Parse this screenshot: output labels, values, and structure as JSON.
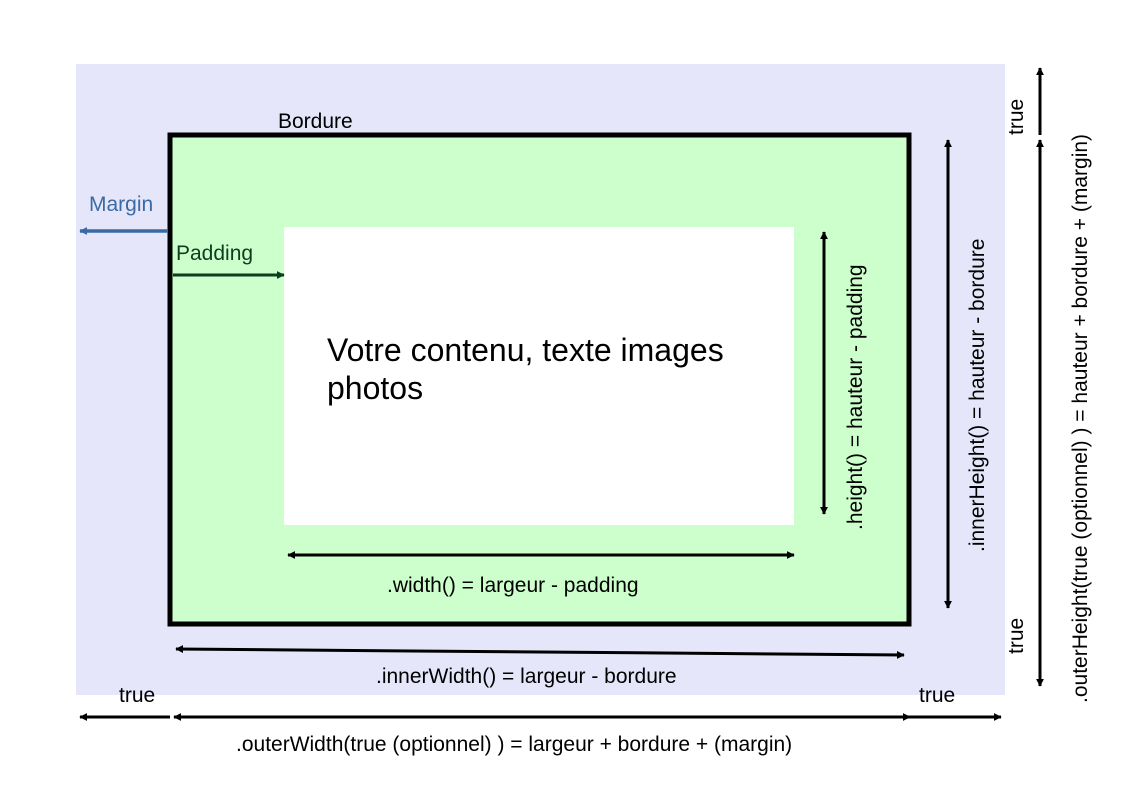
{
  "labels": {
    "border": "Bordure",
    "margin": "Margin",
    "padding": "Padding",
    "content_line1": "Votre contenu, texte images",
    "content_line2": "photos",
    "height": ".height() = hauteur - padding",
    "width": ".width() = largeur - padding",
    "inner_height": ".innerHeight() = hauteur - bordure",
    "inner_width": ".innerWidth() = largeur - bordure",
    "outer_height": ".outerHeight(true (optionnel) ) = hauteur + bordure + (margin)",
    "outer_width": ".outerWidth(true (optionnel) ) = largeur + bordure + (margin)",
    "true_top_right": "true",
    "true_bottom_right": "true",
    "true_bottom_left": "true",
    "true_bottom_right2": "true"
  },
  "colors": {
    "margin_area": "#e6e6fa",
    "padding_area": "#ccffcc",
    "content_area": "#ffffff",
    "border": "#000000",
    "margin_arrow": "#3a6aa6",
    "padding_arrow": "#0b3d1f"
  }
}
